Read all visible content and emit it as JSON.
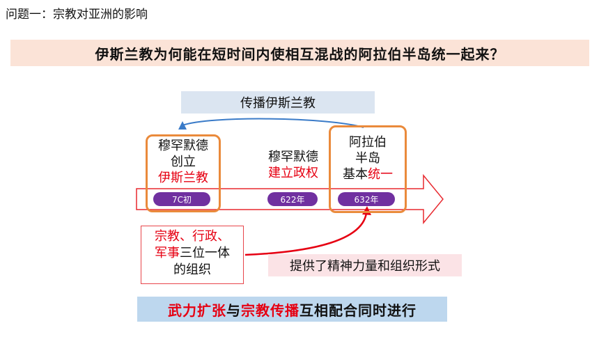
{
  "header": {
    "title": "问题一：宗教对亚洲的影响"
  },
  "question": {
    "text": "伊斯兰教为何能在短时间内使相互混战的阿拉伯半岛统一起来？"
  },
  "spread_label": "传播伊斯兰教",
  "left_box": {
    "line1": "穆罕默德",
    "line2": "创立",
    "line3": "伊斯兰教"
  },
  "middle": {
    "line1": "穆罕默德",
    "line2": "建立政权"
  },
  "right_box": {
    "line1": "阿拉伯",
    "line2": "半岛",
    "line3_black": "基本",
    "line3_red": "统一"
  },
  "timeline": {
    "dates": [
      "7C初",
      "622年",
      "632年"
    ]
  },
  "org_box": {
    "line1_red": "宗教、行政、",
    "line2_red": "军事",
    "line2_black": "三位一体",
    "line3": "的组织"
  },
  "provide_label": "提供了精神力量和组织形式",
  "bottom": {
    "part1": "武力扩张",
    "part2": "与",
    "part3": "宗教传播",
    "part4": "互相配合同时进行"
  },
  "colors": {
    "accent_red": "#e60012",
    "orange_box": "#ea8a3b",
    "purple_pill": "#7030a0",
    "question_bg": "#fbe3d7",
    "spread_bg": "#dbe5f1",
    "bottom_bg": "#bdd7ee"
  }
}
